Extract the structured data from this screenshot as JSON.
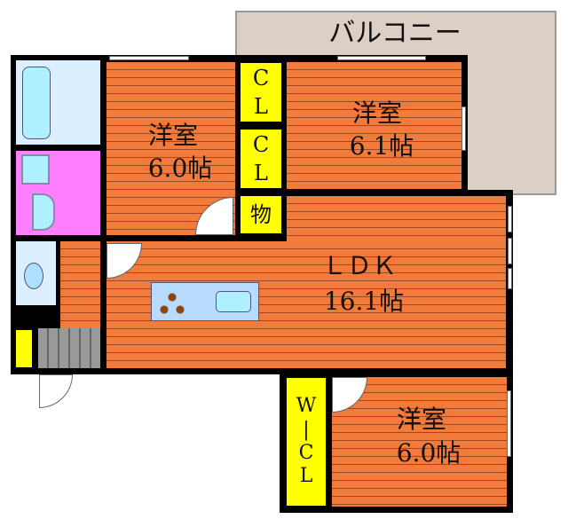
{
  "balcony": {
    "label": "バルコニー"
  },
  "rooms": {
    "bedroom_nw": {
      "name": "洋室",
      "size": "6.0帖"
    },
    "bedroom_ne": {
      "name": "洋室",
      "size": "6.1帖"
    },
    "ldk": {
      "name": "ＬＤＫ",
      "size": "16.1帖"
    },
    "bedroom_s": {
      "name": "洋室",
      "size": "6.0帖"
    }
  },
  "storage": {
    "cl1": "C\nL",
    "cl2": "C\nL",
    "mono": "物",
    "wcl": "W\n|\nC\nL"
  },
  "colors": {
    "floor": "#f27a3a",
    "closet": "#ffff00",
    "washroom": "#ff80ff",
    "bath": "#bfe0ff",
    "balcony": "#dccfc5"
  }
}
